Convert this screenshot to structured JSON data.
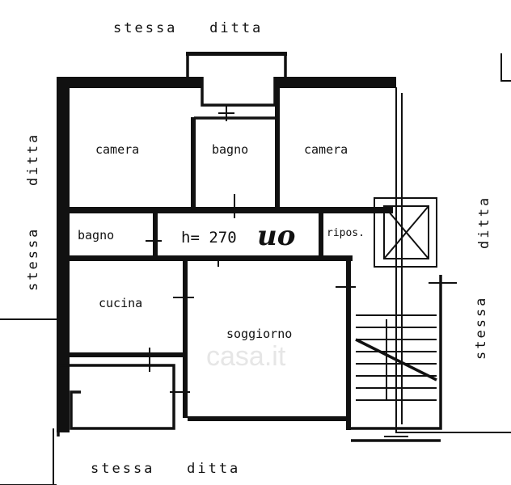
{
  "plan": {
    "neighbors": {
      "top": "stessa   ditta",
      "bottom": "stessa   ditta",
      "left_ditta": "ditta",
      "left_stessa": "stessa",
      "right_ditta": "ditta",
      "right_stessa": "stessa"
    },
    "rooms": {
      "camera_left": "camera",
      "bagno_top": "bagno",
      "camera_right": "camera",
      "bagno": "bagno",
      "corridor_height": "h= 270",
      "handwritten_mark": "uo",
      "ripostiglio": "ripos.",
      "cucina": "cucina",
      "soggiorno": "soggiorno"
    },
    "watermark": "casa.it"
  }
}
